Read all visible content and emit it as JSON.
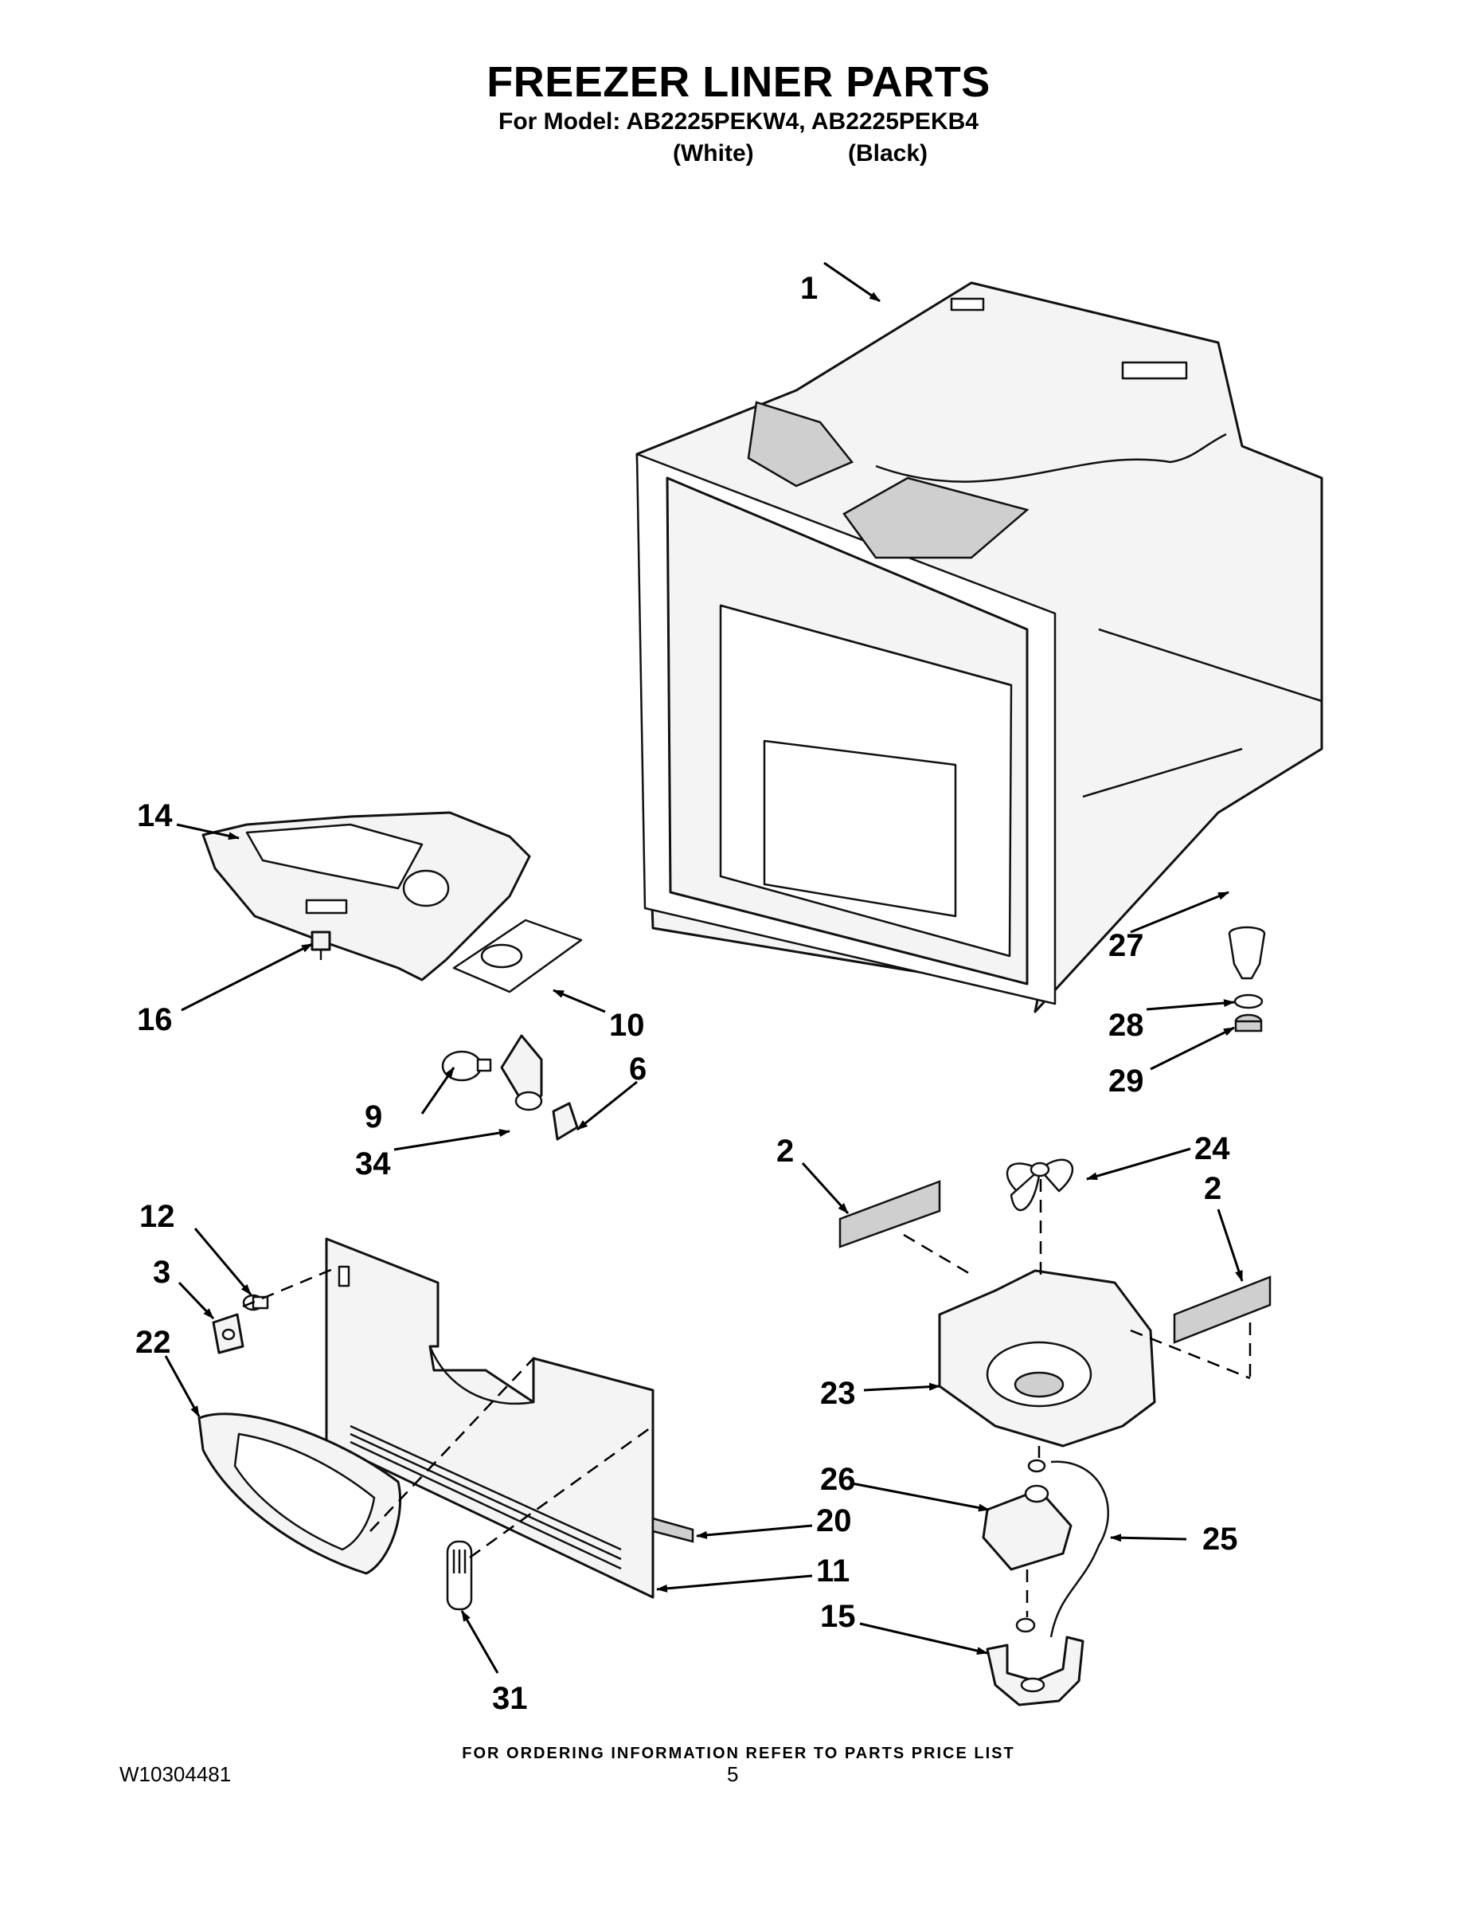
{
  "header": {
    "title": "FREEZER LINER PARTS",
    "subtitle": "For Model: AB2225PEKW4, AB2225PEKB4",
    "variant_white": "(White)",
    "variant_black": "(Black)"
  },
  "callouts": {
    "c1": "1",
    "c2a": "2",
    "c2b": "2",
    "c3": "3",
    "c6": "6",
    "c9": "9",
    "c10": "10",
    "c11": "11",
    "c12": "12",
    "c14": "14",
    "c15": "15",
    "c16": "16",
    "c20": "20",
    "c22": "22",
    "c23": "23",
    "c24": "24",
    "c25": "25",
    "c26": "26",
    "c27": "27",
    "c28": "28",
    "c29": "29",
    "c31": "31",
    "c34": "34"
  },
  "footer": {
    "ordering_note": "FOR ORDERING INFORMATION REFER TO PARTS PRICE LIST",
    "doc_number": "W10304481",
    "page_number": "5"
  }
}
